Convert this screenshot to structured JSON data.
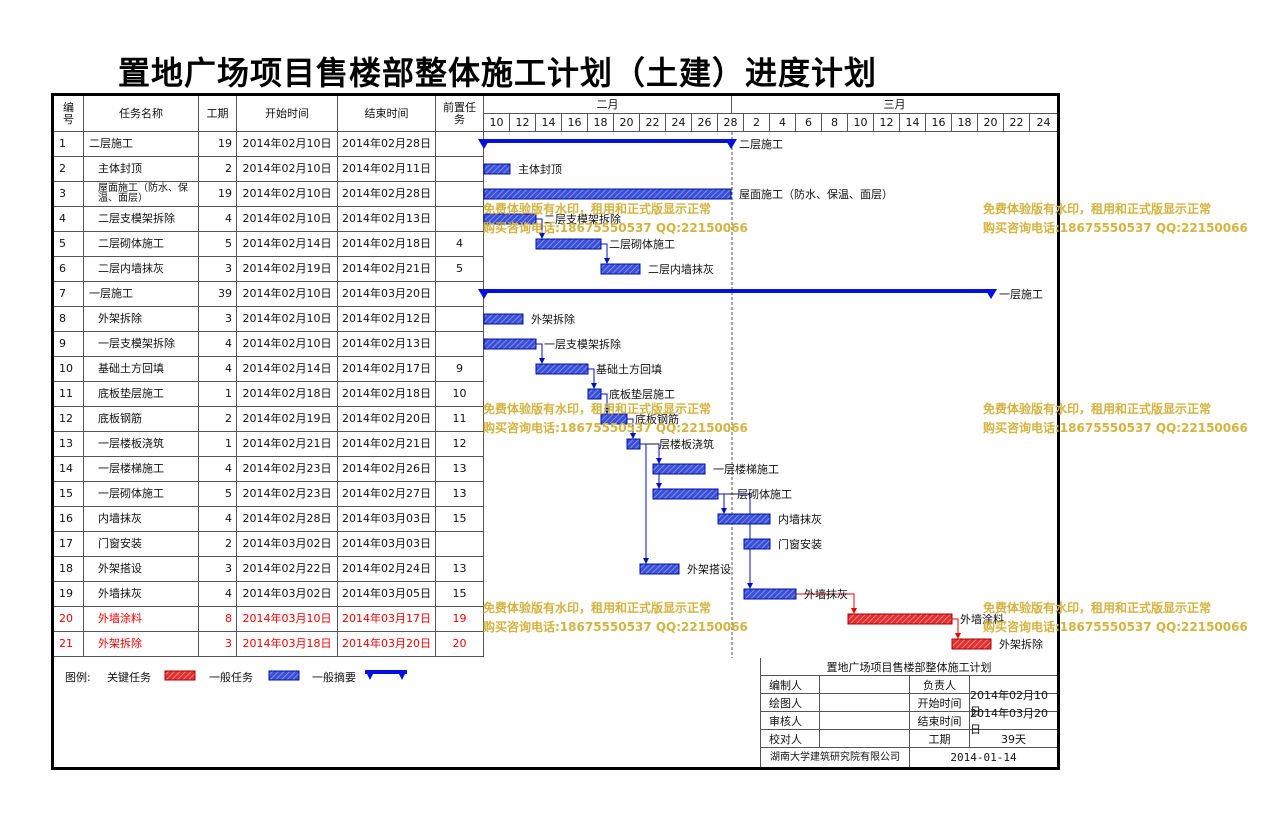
{
  "title": "置地广场项目售楼部整体施工计划（土建）进度计划",
  "table": {
    "headers": {
      "no": "编号",
      "name": "任务名称",
      "days": "工期",
      "start": "开始时间",
      "end": "结束时间",
      "pred": "前置任务"
    }
  },
  "timescale": {
    "month1": "二月",
    "month2": "三月",
    "ticks": [
      "10",
      "12",
      "14",
      "16",
      "18",
      "20",
      "22",
      "24",
      "26",
      "28",
      "2",
      "4",
      "6",
      "8",
      "10",
      "12",
      "14",
      "16",
      "18",
      "20",
      "22",
      "24"
    ]
  },
  "chart_data": {
    "type": "gantt",
    "title": "置地广场项目售楼部整体施工计划（土建）进度计划",
    "x_axis": "date",
    "xlim": [
      "2014-02-10",
      "2014-03-25"
    ],
    "bar_types": {
      "critical": "#e03030",
      "normal": "#2030c0",
      "summary": "#0010e0"
    },
    "tasks": [
      {
        "id": "1",
        "name": "二层施工",
        "days": "19",
        "start": "2014年02月10日",
        "end": "2014年02月28日",
        "pred": "",
        "start_date": "2014-02-10",
        "end_date": "2014-02-28",
        "type": "summary",
        "indent": 0,
        "label": "二层施工"
      },
      {
        "id": "2",
        "name": "主体封顶",
        "days": "2",
        "start": "2014年02月10日",
        "end": "2014年02月11日",
        "pred": "",
        "start_date": "2014-02-10",
        "end_date": "2014-02-11",
        "type": "normal",
        "indent": 1,
        "label": "主体封顶"
      },
      {
        "id": "3",
        "name": "屋面施工（防水、保温、面层）",
        "days": "19",
        "start": "2014年02月10日",
        "end": "2014年02月28日",
        "pred": "",
        "start_date": "2014-02-10",
        "end_date": "2014-02-28",
        "type": "normal",
        "indent": 1,
        "label": "屋面施工（防水、保温、面层）"
      },
      {
        "id": "4",
        "name": "二层支模架拆除",
        "days": "4",
        "start": "2014年02月10日",
        "end": "2014年02月13日",
        "pred": "",
        "start_date": "2014-02-10",
        "end_date": "2014-02-13",
        "type": "normal",
        "indent": 1,
        "label": "二层支模架拆除"
      },
      {
        "id": "5",
        "name": "二层砌体施工",
        "days": "5",
        "start": "2014年02月14日",
        "end": "2014年02月18日",
        "pred": "4",
        "start_date": "2014-02-14",
        "end_date": "2014-02-18",
        "type": "normal",
        "indent": 1,
        "label": "二层砌体施工"
      },
      {
        "id": "6",
        "name": "二层内墙抹灰",
        "days": "3",
        "start": "2014年02月19日",
        "end": "2014年02月21日",
        "pred": "5",
        "start_date": "2014-02-19",
        "end_date": "2014-02-21",
        "type": "normal",
        "indent": 1,
        "label": "二层内墙抹灰"
      },
      {
        "id": "7",
        "name": "一层施工",
        "days": "39",
        "start": "2014年02月10日",
        "end": "2014年03月20日",
        "pred": "",
        "start_date": "2014-02-10",
        "end_date": "2014-03-20",
        "type": "summary",
        "indent": 0,
        "label": "一层施工"
      },
      {
        "id": "8",
        "name": "外架拆除",
        "days": "3",
        "start": "2014年02月10日",
        "end": "2014年02月12日",
        "pred": "",
        "start_date": "2014-02-10",
        "end_date": "2014-02-12",
        "type": "normal",
        "indent": 1,
        "label": "外架拆除"
      },
      {
        "id": "9",
        "name": "一层支模架拆除",
        "days": "4",
        "start": "2014年02月10日",
        "end": "2014年02月13日",
        "pred": "",
        "start_date": "2014-02-10",
        "end_date": "2014-02-13",
        "type": "normal",
        "indent": 1,
        "label": "一层支模架拆除"
      },
      {
        "id": "10",
        "name": "基础土方回填",
        "days": "4",
        "start": "2014年02月14日",
        "end": "2014年02月17日",
        "pred": "9",
        "start_date": "2014-02-14",
        "end_date": "2014-02-17",
        "type": "normal",
        "indent": 1,
        "label": "基础土方回填"
      },
      {
        "id": "11",
        "name": "底板垫层施工",
        "days": "1",
        "start": "2014年02月18日",
        "end": "2014年02月18日",
        "pred": "10",
        "start_date": "2014-02-18",
        "end_date": "2014-02-18",
        "type": "normal",
        "indent": 1,
        "label": "底板垫层施工"
      },
      {
        "id": "12",
        "name": "底板钢筋",
        "days": "2",
        "start": "2014年02月19日",
        "end": "2014年02月20日",
        "pred": "11",
        "start_date": "2014-02-19",
        "end_date": "2014-02-20",
        "type": "normal",
        "indent": 1,
        "label": "底板钢筋"
      },
      {
        "id": "13",
        "name": "一层楼板浇筑",
        "days": "1",
        "start": "2014年02月21日",
        "end": "2014年02月21日",
        "pred": "12",
        "start_date": "2014-02-21",
        "end_date": "2014-02-21",
        "type": "normal",
        "indent": 1,
        "label": "一层楼板浇筑"
      },
      {
        "id": "14",
        "name": "一层楼梯施工",
        "days": "4",
        "start": "2014年02月23日",
        "end": "2014年02月26日",
        "pred": "13",
        "start_date": "2014-02-23",
        "end_date": "2014-02-26",
        "type": "normal",
        "indent": 1,
        "label": "一层楼梯施工"
      },
      {
        "id": "15",
        "name": "一层砌体施工",
        "days": "5",
        "start": "2014年02月23日",
        "end": "2014年02月27日",
        "pred": "13",
        "start_date": "2014-02-23",
        "end_date": "2014-02-27",
        "type": "normal",
        "indent": 1,
        "label": "一层砌体施工"
      },
      {
        "id": "16",
        "name": "内墙抹灰",
        "days": "4",
        "start": "2014年02月28日",
        "end": "2014年03月03日",
        "pred": "15",
        "start_date": "2014-02-28",
        "end_date": "2014-03-03",
        "type": "normal",
        "indent": 1,
        "label": "内墙抹灰"
      },
      {
        "id": "17",
        "name": "门窗安装",
        "days": "2",
        "start": "2014年03月02日",
        "end": "2014年03月03日",
        "pred": "",
        "start_date": "2014-03-02",
        "end_date": "2014-03-03",
        "type": "normal",
        "indent": 1,
        "label": "门窗安装"
      },
      {
        "id": "18",
        "name": "外架搭设",
        "days": "3",
        "start": "2014年02月22日",
        "end": "2014年02月24日",
        "pred": "13",
        "start_date": "2014-02-22",
        "end_date": "2014-02-24",
        "type": "normal",
        "indent": 1,
        "label": "外架搭设"
      },
      {
        "id": "19",
        "name": "外墙抹灰",
        "days": "4",
        "start": "2014年03月02日",
        "end": "2014年03月05日",
        "pred": "15",
        "start_date": "2014-03-02",
        "end_date": "2014-03-05",
        "type": "normal",
        "indent": 1,
        "label": "外墙抹灰"
      },
      {
        "id": "20",
        "name": "外墙涂料",
        "days": "8",
        "start": "2014年03月10日",
        "end": "2014年03月17日",
        "pred": "19",
        "start_date": "2014-03-10",
        "end_date": "2014-03-17",
        "type": "critical",
        "indent": 1,
        "label": "外墙涂料"
      },
      {
        "id": "21",
        "name": "外架拆除",
        "days": "3",
        "start": "2014年03月18日",
        "end": "2014年03月20日",
        "pred": "20",
        "start_date": "2014-03-18",
        "end_date": "2014-03-20",
        "type": "critical",
        "indent": 1,
        "label": "外架拆除"
      }
    ],
    "dependencies": [
      [
        "4",
        "5"
      ],
      [
        "5",
        "6"
      ],
      [
        "9",
        "10"
      ],
      [
        "10",
        "11"
      ],
      [
        "11",
        "12"
      ],
      [
        "12",
        "13"
      ],
      [
        "13",
        "14"
      ],
      [
        "13",
        "15"
      ],
      [
        "13",
        "18"
      ],
      [
        "15",
        "16"
      ],
      [
        "15",
        "19"
      ],
      [
        "19",
        "20"
      ],
      [
        "20",
        "21"
      ]
    ],
    "legend": [
      "关键任务",
      "一般任务",
      "一般摘要"
    ]
  },
  "legend": {
    "label": "图例:",
    "critical": "关键任务",
    "normal": "一般任务",
    "summary": "一般摘要"
  },
  "title_block": {
    "title": "置地广场项目售楼部整体施工计划",
    "editor": "编制人",
    "manager": "负责人",
    "drawer": "绘图人",
    "start_label": "开始时间",
    "start_value": "2014年02月10日",
    "reviewer": "审核人",
    "end_label": "结束时间",
    "end_value": "2014年03月20日",
    "checker": "校对人",
    "days_label": "工期",
    "days_value": "39天",
    "company": "湖南大学建筑研究院有限公司",
    "date": "2014-01-14"
  },
  "watermark": {
    "line1": "免费体验版有水印，租用和正式版显示正常",
    "line2": "购买咨询电话:18675550537 QQ:22150066"
  }
}
